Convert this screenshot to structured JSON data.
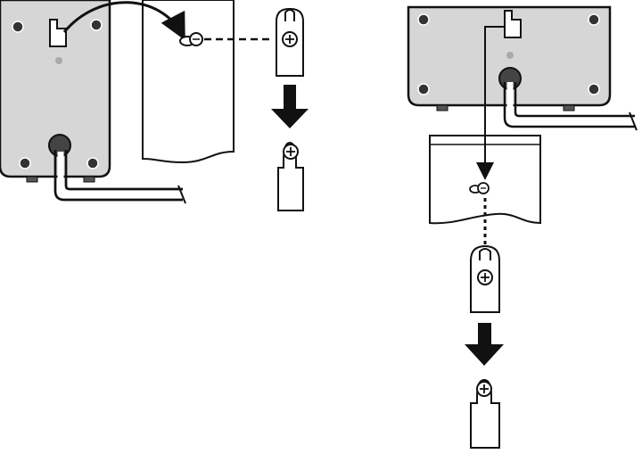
{
  "figure": {
    "panels": [
      {
        "id": "left",
        "device": "wall-mount-box",
        "surface": "wall-panel",
        "steps": [
          "hang-bracket-on-screw",
          "slide-down-to-lock"
        ]
      },
      {
        "id": "right",
        "device": "wall-mount-box",
        "surface": "wall-panel",
        "steps": [
          "align-hook-with-screw",
          "hang-bracket-on-screw",
          "slide-down-to-lock"
        ]
      }
    ],
    "colors": {
      "device_fill": "#d9d9d9",
      "line": "#111111",
      "paper": "#ffffff",
      "screw_fill": "#ffffff"
    },
    "icons": [
      "screw-icon",
      "hook-icon",
      "down-arrow-icon",
      "mounting-bracket-icon",
      "cable-icon"
    ]
  }
}
